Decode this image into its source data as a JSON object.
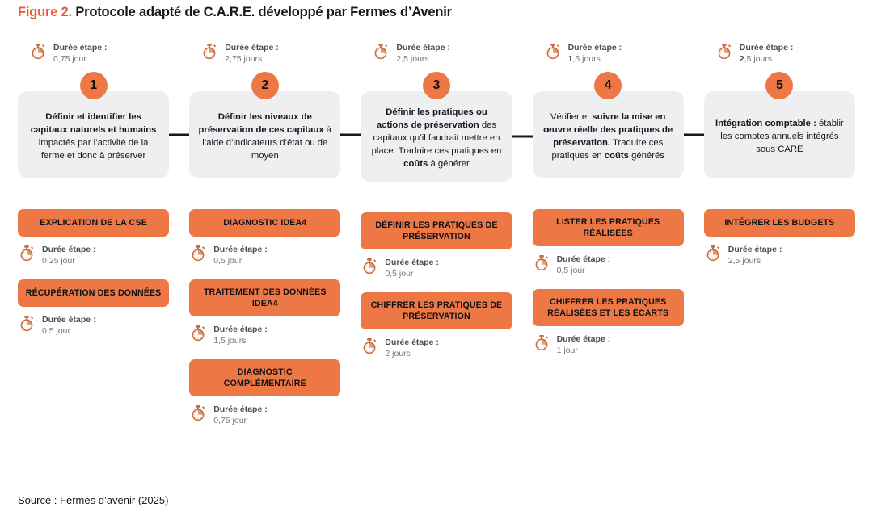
{
  "title": {
    "figure_number": "Figure 2.",
    "text": "Protocole adapté de C.A.R.E. développé par Fermes d’Avenir"
  },
  "source": "Source : Fermes d’avenir (2025)",
  "labels": {
    "duration_label": "Durée étape :"
  },
  "colors": {
    "accent_orange": "#ee7845",
    "title_red": "#f05a3c",
    "card_grey": "#eeeff0",
    "stopwatch_ring": "#cf6a3c",
    "stopwatch_fill": "#d6a385",
    "text_dark": "#16181d"
  },
  "columns": [
    {
      "number": "1",
      "step_duration": "0,75 jour",
      "step_text_html": "<b>Définir et identifier les capitaux naturels et humains</b> impactés par l’activité de la ferme et donc à préserver",
      "has_connector": true,
      "tasks": [
        {
          "label": "EXPLICATION DE LA CSE",
          "duration": "0,25 jour"
        },
        {
          "label": "RÉCUPÉRATION DES DONNÉES",
          "duration": "0,5 jour"
        }
      ]
    },
    {
      "number": "2",
      "step_duration": "2,75 jours",
      "step_text_html": "<b>Définir les niveaux de préservation de ces capitaux</b> à l’aide d’indicateurs d’état ou de moyen",
      "has_connector": true,
      "tasks": [
        {
          "label": "DIAGNOSTIC IDEA4",
          "duration": "0,5 jour"
        },
        {
          "label": "TRAITEMENT DES DONNÉES IDEA4",
          "duration": "1,5 jours"
        },
        {
          "label": "DIAGNOSTIC COMPLÉMENTAIRE",
          "duration": "0,75 jour"
        }
      ]
    },
    {
      "number": "3",
      "step_duration": "2,5 jours",
      "step_text_html": "<b>Définir les pratiques ou actions de préservation</b> des capitaux qu’il faudrait mettre en place. Traduire ces pratiques en <b>coûts</b> à générer",
      "has_connector": true,
      "tasks": [
        {
          "label": "DÉFINIR LES PRATIQUES DE PRÉSERVATION",
          "duration": "0,5 jour"
        },
        {
          "label": "CHIFFRER LES PRATIQUES DE PRÉSERVATION",
          "duration": "2 jours"
        }
      ]
    },
    {
      "number": "4",
      "step_duration_html": "<b>1</b>,5 jours",
      "step_duration": "1,5 jours",
      "step_text_html": "Vérifier et <b>suivre la mise en œuvre réelle des pratiques de préservation.</b> Traduire ces pratiques en <b>coûts</b> générés",
      "has_connector": true,
      "tasks": [
        {
          "label": "LISTER LES PRATIQUES RÉALISÉES",
          "duration": "0,5 jour"
        },
        {
          "label": "CHIFFRER LES PRATIQUES RÉALISÉES ET LES ÉCARTS",
          "duration": "1 jour"
        }
      ]
    },
    {
      "number": "5",
      "step_duration_html": "<b>2</b>,5 jours",
      "step_duration": "2,5 jours",
      "step_text_html": "<b>Intégration comptable :</b> établir les comptes annuels intégrés sous CARE",
      "has_connector": false,
      "tasks": [
        {
          "label": "INTÉGRER LES BUDGETS",
          "duration": "2,5 jours"
        }
      ]
    }
  ]
}
